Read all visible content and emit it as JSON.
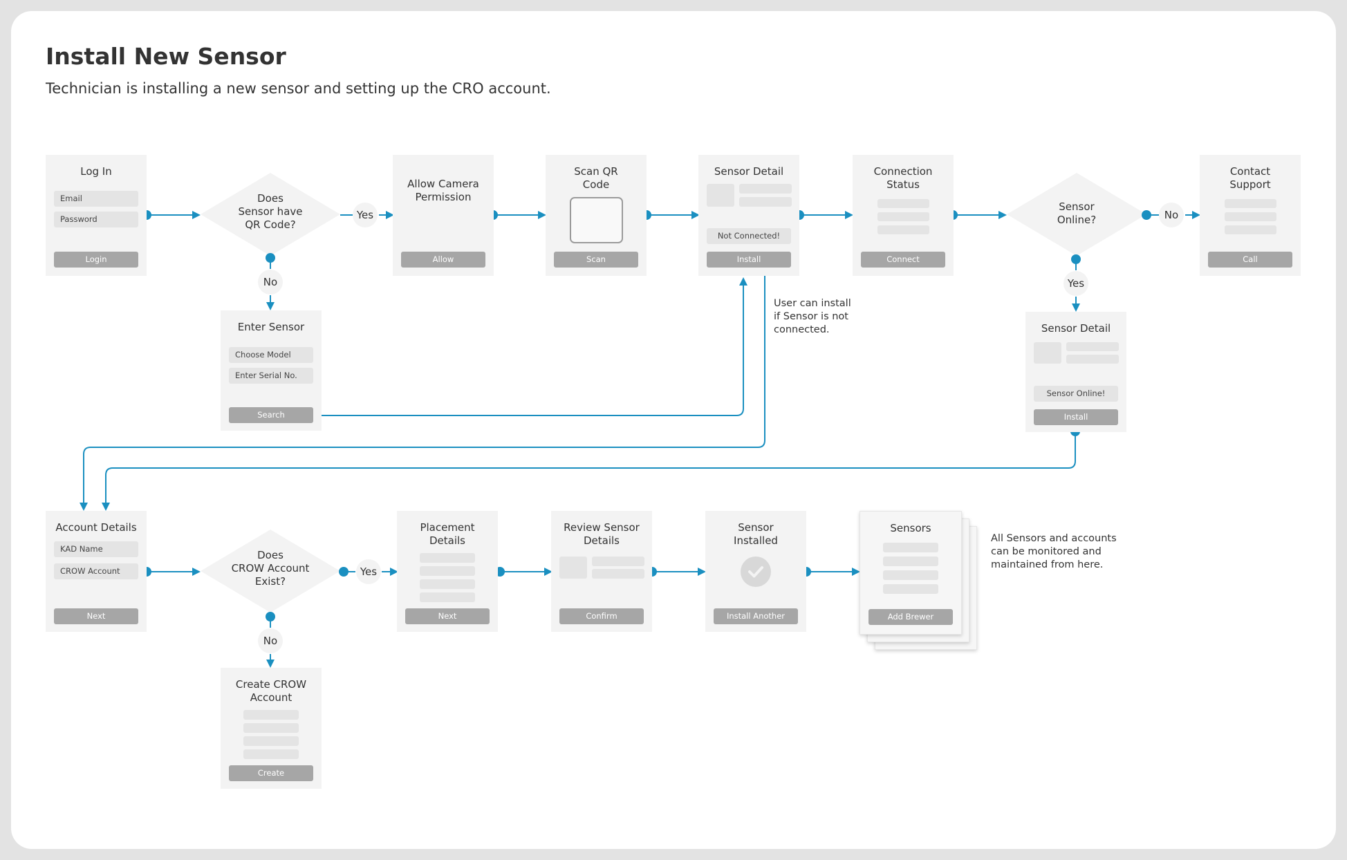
{
  "title": "Install New Sensor",
  "subtitle": "Technician is installing a new sensor and setting up the CRO account.",
  "colors": {
    "connector": "#1a8fc0",
    "card": "#f3f3f3",
    "field": "#e4e4e4",
    "button": "#a6a6a6"
  },
  "screens": {
    "login": {
      "title": "Log In",
      "email": "Email",
      "password": "Password",
      "button": "Login"
    },
    "allow_camera": {
      "title": "Allow Camera\nPermission",
      "button": "Allow"
    },
    "scan_qr": {
      "title": "Scan QR\nCode",
      "button": "Scan"
    },
    "sensor_detail": {
      "title": "Sensor  Detail",
      "status": "Not Connected!",
      "button": "Install"
    },
    "connection_status": {
      "title": "Connection\nStatus",
      "button": "Connect"
    },
    "contact_support": {
      "title": "Contact\nSupport",
      "button": "Call"
    },
    "enter_sensor": {
      "title": "Enter Sensor",
      "model": "Choose Model",
      "serial": "Enter Serial No.",
      "button": "Search"
    },
    "sensor_detail_online": {
      "title": "Sensor Detail",
      "status": "Sensor Online!",
      "button": "Install"
    },
    "account_details": {
      "title": "Account Details",
      "kad": "KAD Name",
      "crow": "CROW Account",
      "button": "Next"
    },
    "placement_details": {
      "title": "Placement\nDetails",
      "button": "Next"
    },
    "review_sensor": {
      "title": "Review Sensor\nDetails",
      "button": "Confirm"
    },
    "sensor_installed": {
      "title": "Sensor\nInstalled",
      "button": "Install Another"
    },
    "sensors": {
      "title": "Sensors",
      "button": "Add Brewer"
    },
    "create_crow": {
      "title": "Create CROW\nAccount",
      "button": "Create"
    }
  },
  "decisions": {
    "qr_code": "Does\nSensor  have\nQR Code?",
    "sensor_online": "Sensor\nOnline?",
    "crow_exists": "Does\nCROW Account\nExist?"
  },
  "edge_labels": {
    "yes": "Yes",
    "no": "No"
  },
  "notes": {
    "install_note": "User can install\nif Sensor is not\nconnected.",
    "sensors_note": "All Sensors  and accounts\ncan be monitored and\nmaintained from here."
  }
}
